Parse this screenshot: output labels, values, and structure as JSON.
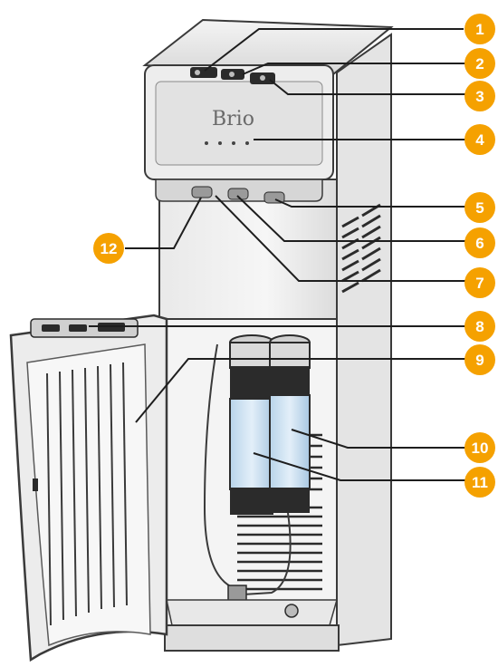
{
  "brand": "Brio",
  "colors": {
    "callout": "#f5a100",
    "leader": "#1e1e1e",
    "body": "#f2f2f2",
    "outline": "#3a3a3a",
    "dark": "#2b2b2b",
    "filter_blue": "#cfe3f4"
  },
  "callouts": [
    {
      "id": "c1",
      "label": "1"
    },
    {
      "id": "c2",
      "label": "2"
    },
    {
      "id": "c3",
      "label": "3"
    },
    {
      "id": "c4",
      "label": "4"
    },
    {
      "id": "c5",
      "label": "5"
    },
    {
      "id": "c6",
      "label": "6"
    },
    {
      "id": "c7",
      "label": "7"
    },
    {
      "id": "c8",
      "label": "8"
    },
    {
      "id": "c9",
      "label": "9"
    },
    {
      "id": "c10",
      "label": "10"
    },
    {
      "id": "c11",
      "label": "11"
    },
    {
      "id": "c12",
      "label": "12"
    }
  ]
}
